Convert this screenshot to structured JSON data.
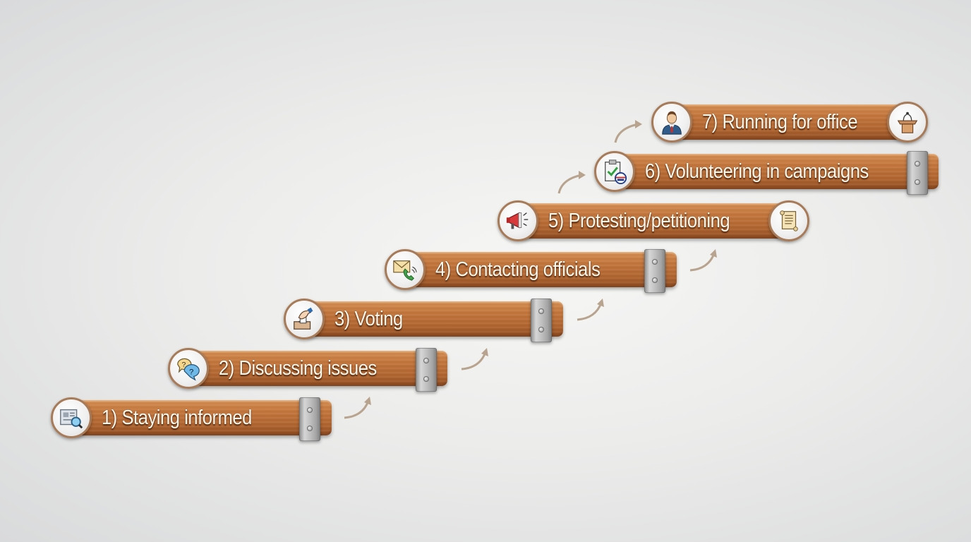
{
  "diagram": {
    "type": "ladder-of-political-participation",
    "steps": [
      {
        "label": "1) Staying informed",
        "icon": "newspaper-magnifier-icon",
        "end": "metal-clamp"
      },
      {
        "label": "2) Discussing issues",
        "icon": "speech-bubbles-question-icon",
        "end": "metal-clamp"
      },
      {
        "label": "3) Voting",
        "icon": "ballot-box-hand-icon",
        "end": "metal-clamp"
      },
      {
        "label": "4) Contacting officials",
        "icon": "envelope-phone-icon",
        "end": "metal-clamp"
      },
      {
        "label": "5) Protesting/petitioning",
        "icon": "megaphone-icon",
        "end": "scroll-petition-icon"
      },
      {
        "label": "6) Volunteering in campaigns",
        "icon": "clipboard-checkmark-badge-icon",
        "end": "metal-clamp"
      },
      {
        "label": "7) Running for office",
        "icon": "politician-person-icon",
        "end": "podium-microphone-icon"
      }
    ],
    "colors": {
      "wood": "#c4773d",
      "wood_dark": "#8f4c21",
      "text": "#fff8ec",
      "arrow": "#b8a48e",
      "background": "#ececeb"
    }
  }
}
